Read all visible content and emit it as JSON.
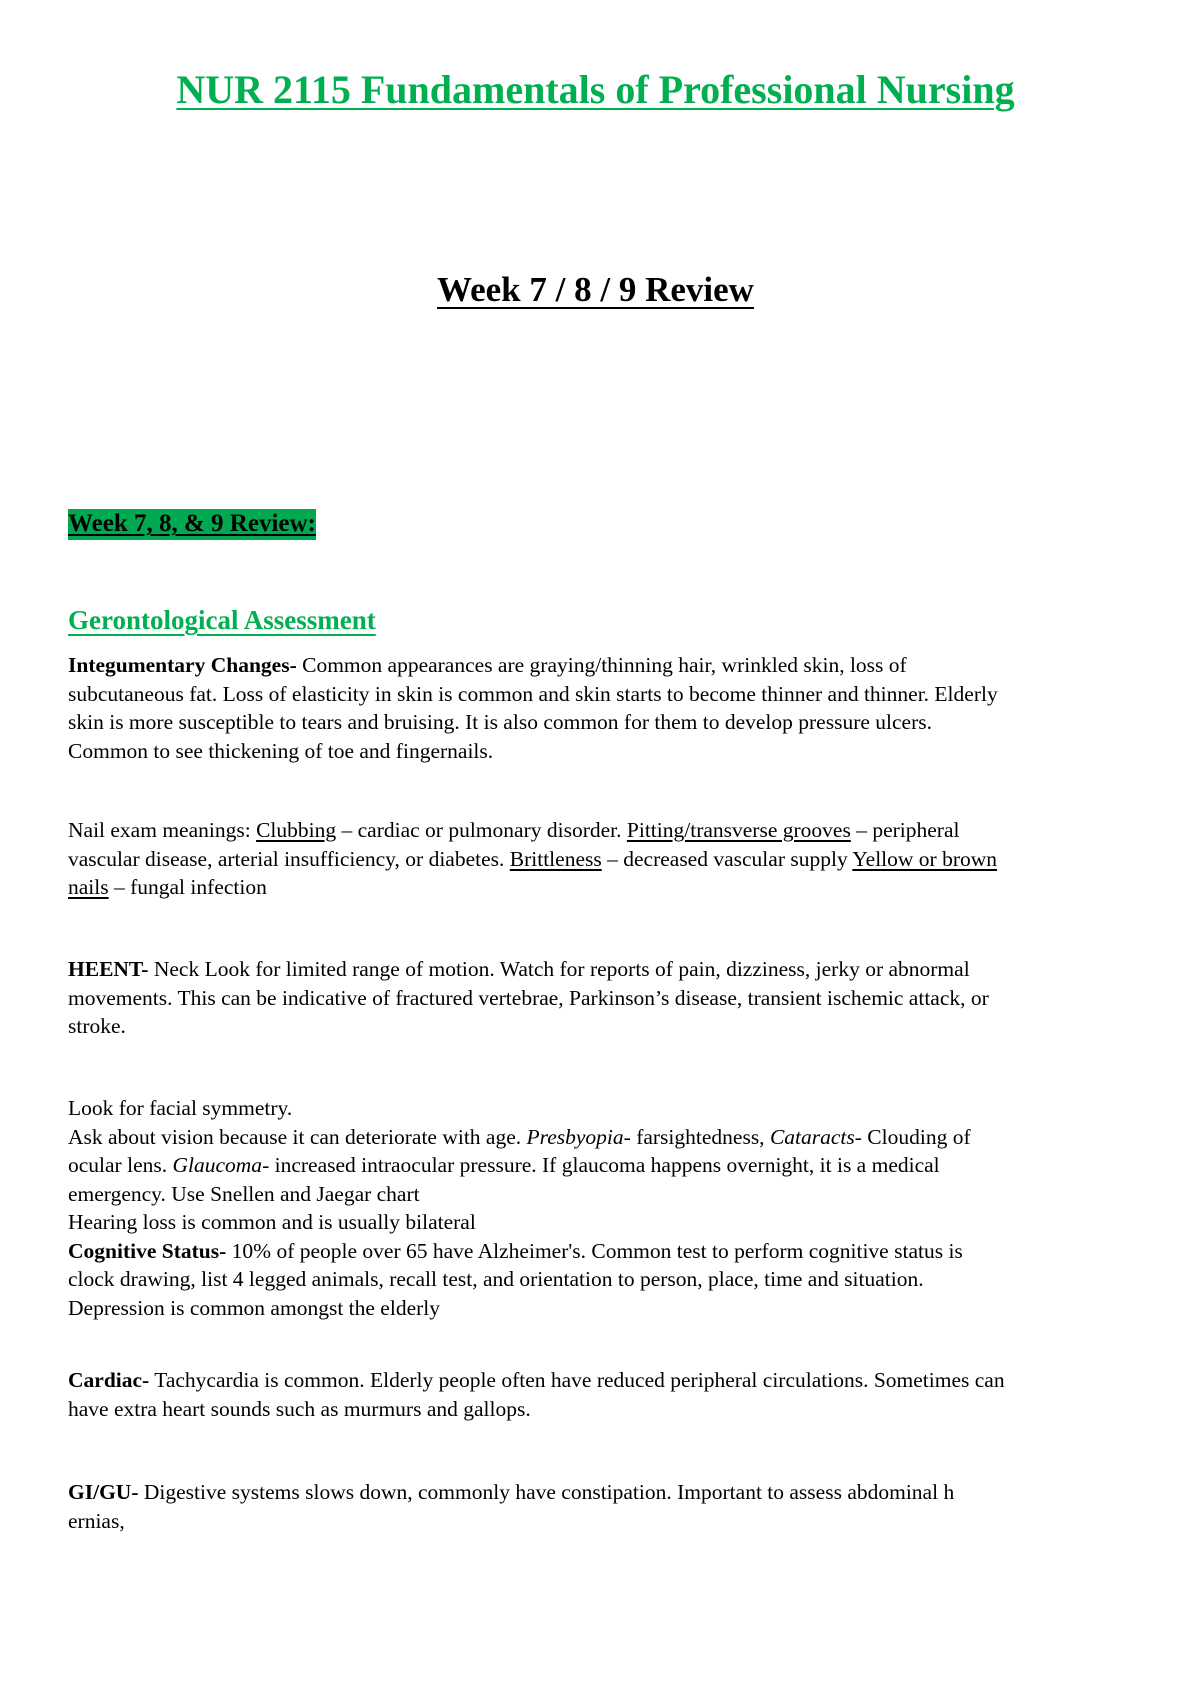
{
  "header": {
    "course_title": "NUR 2115 Fundamentals of Professional Nursing",
    "week_title": "Week 7 / 8 / 9 Review"
  },
  "highlight_heading": "Week 7, 8, & 9 Review:",
  "section_heading": "Gerontological Assessment",
  "integumentary": {
    "label": "Integumentary Changes-",
    "lines": [
      " Common appearances are graying/thinning hair, wrinkled skin, loss of",
      "subcutaneous fat. Loss of elasticity in skin is common and skin starts to become thinner and thinner. Elderly",
      "skin is more susceptible to tears and bruising. It is also common for them to develop pressure ulcers.",
      "Common to see thickening of toe and fingernails."
    ]
  },
  "nail_exam": {
    "intro": "Nail exam meanings: ",
    "clubbing": "Clubbing",
    "clubbing_desc": " – cardiac or pulmonary disorder. ",
    "pitting": "Pitting/transverse grooves",
    "pitting_desc": " – peripheral",
    "line2_start": "vascular disease, arterial insufficiency, or diabetes. ",
    "brittleness": "Brittleness",
    "brittleness_desc": " – decreased vascular supply ",
    "yellow_part1": "Yellow or brown ",
    "yellow_part2": "nails",
    "yellow_desc": " – fungal infection"
  },
  "heent": {
    "label": "HEENT-",
    "lines": [
      " Neck Look for limited range of motion. Watch for reports of pain, dizziness, jerky or abnormal",
      "movements. This can be indicative of fractured vertebrae, Parkinson’s disease, transient ischemic attack, or",
      "stroke."
    ]
  },
  "vision": {
    "line1": "Look for facial symmetry.",
    "line2_start": "Ask about vision because it can deteriorate with age. ",
    "presbyopia": "Presbyopia",
    "presbyopia_desc": "- farsightedness, ",
    "cataracts": "Cataracts",
    "cataracts_desc": "- Clouding of",
    "line3_start": "ocular lens. ",
    "glaucoma": "Glaucoma",
    "glaucoma_desc": "- increased intraocular pressure. If glaucoma happens overnight, it is a medical",
    "line4": "emergency. Use Snellen and Jaegar chart",
    "line5": "Hearing loss is common and is usually bilateral"
  },
  "cognitive": {
    "label": "Cognitive Status-",
    "lines": [
      " 10% of people over 65 have Alzheimer's. Common test to perform cognitive status is",
      "clock drawing, list 4 legged animals, recall test, and orientation to person, place, time and situation.",
      "Depression is common amongst the elderly"
    ]
  },
  "cardiac": {
    "label": "Cardiac-",
    "lines": [
      " Tachycardia is common. Elderly people often have reduced peripheral circulations. Sometimes can",
      "have extra heart sounds such as murmurs and gallops."
    ]
  },
  "gigu": {
    "label": "GI/GU-",
    "lines": [
      " Digestive systems slows down, commonly have constipation. Important to assess abdominal h",
      "ernias,"
    ]
  }
}
